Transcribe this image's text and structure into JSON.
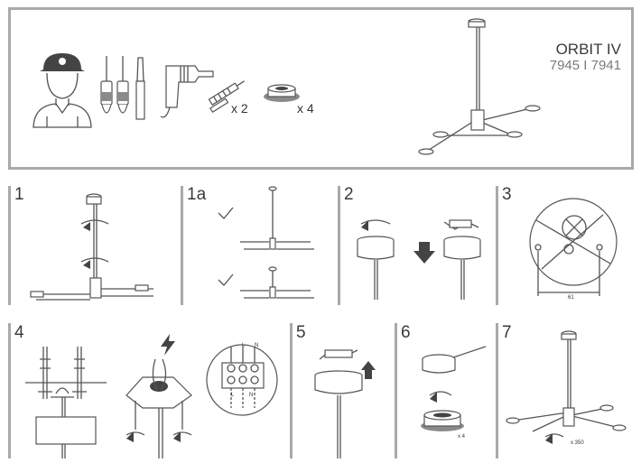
{
  "product": {
    "name": "ORBIT IV",
    "codes": "7945 I 7941"
  },
  "tools": {
    "anchor_qty": "x 2",
    "cap_qty": "x 4"
  },
  "steps": [
    {
      "id": "1",
      "label": "1"
    },
    {
      "id": "1a",
      "label": "1a"
    },
    {
      "id": "2",
      "label": "2"
    },
    {
      "id": "3",
      "label": "3"
    },
    {
      "id": "4",
      "label": "4"
    },
    {
      "id": "5",
      "label": "5"
    },
    {
      "id": "6",
      "label": "6"
    },
    {
      "id": "7",
      "label": "7"
    }
  ],
  "step3": {
    "dimension": "61"
  },
  "step4": {
    "terminal_labels": [
      "L",
      "N",
      "L",
      "N"
    ]
  },
  "step6": {
    "qty": "x 4"
  },
  "step7": {
    "note": "x 350"
  },
  "colors": {
    "frame": "#a9a9a9",
    "line": "#555555",
    "icon_dark": "#444444"
  }
}
